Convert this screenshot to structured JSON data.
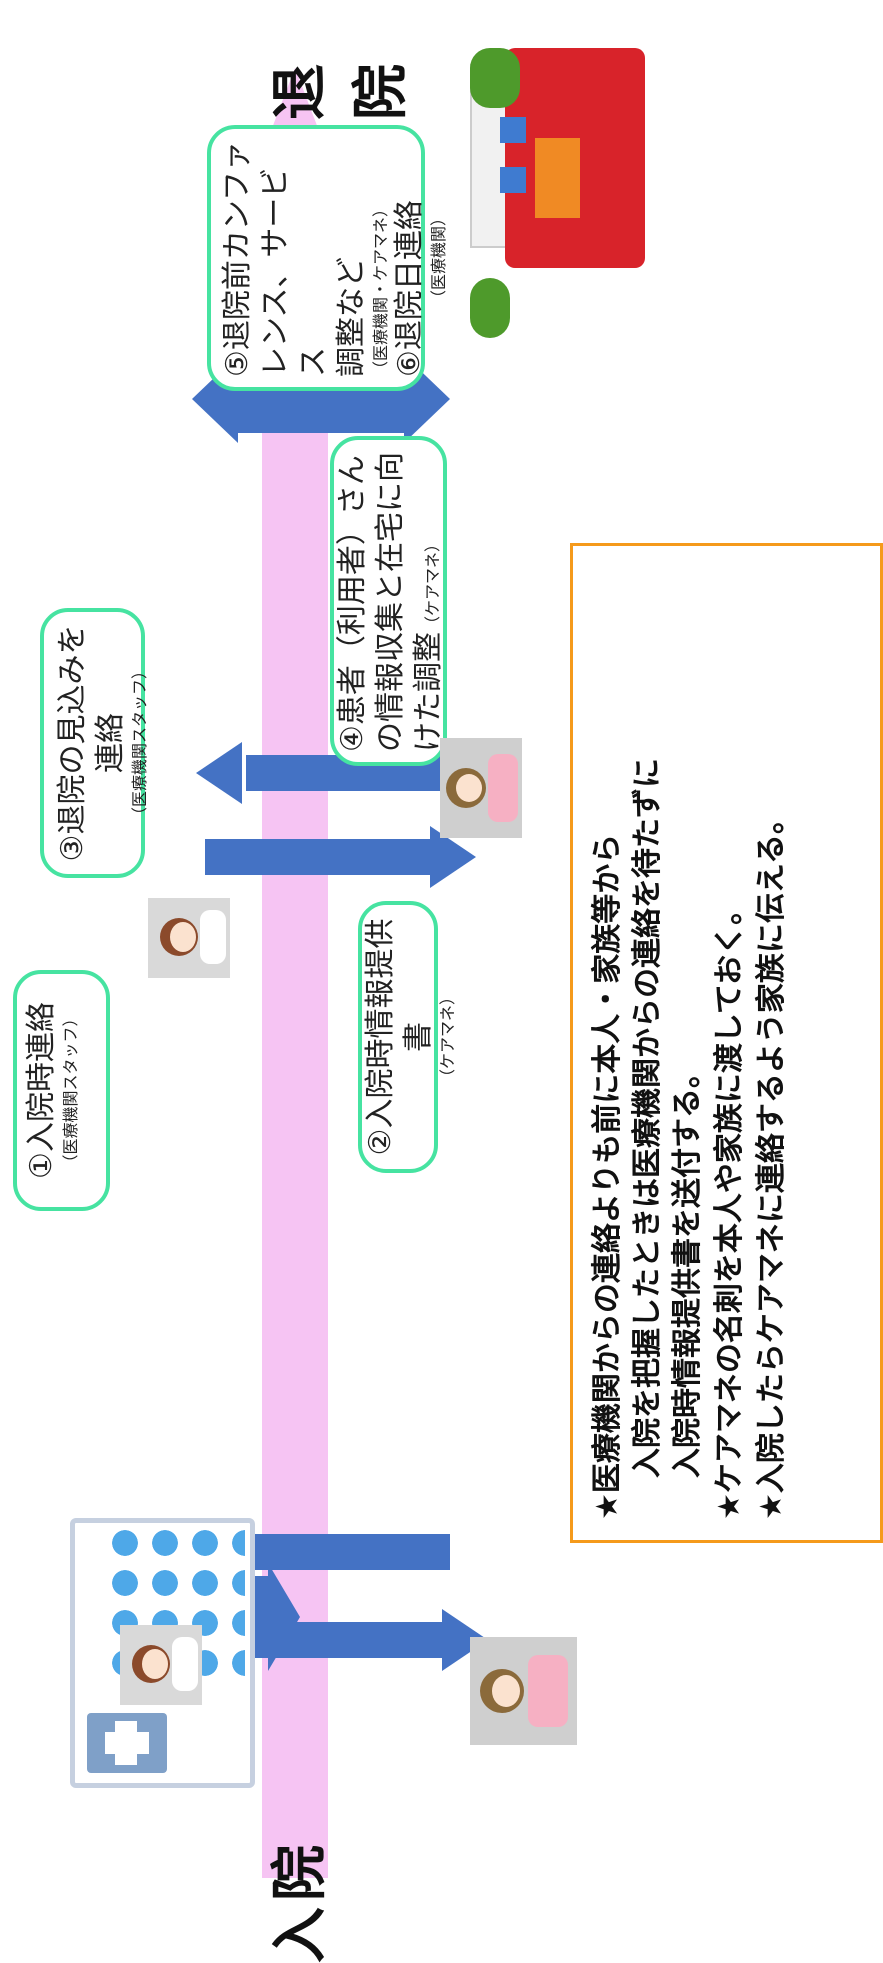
{
  "labels": {
    "nyuin": "入院",
    "taiin": "退院"
  },
  "bubbles": [
    {
      "main": "①入院時連絡",
      "sub": "（医療機関スタッフ）"
    },
    {
      "main": "②入院時情報提供書",
      "sub": "（ケアマネ）"
    },
    {
      "main": "③退院の見込みを連絡",
      "sub": "（医療機関スタッフ）"
    },
    {
      "line1": "④患者（利用者）さん",
      "line2": "の情報収集と在宅に向",
      "line3": "けた調整",
      "sub": "（ケアマネ）"
    },
    {
      "line1": "⑤退院前カンファ",
      "line2": "レンス、サービス",
      "line3": "調整など",
      "sub": "（医療機関・ケアマネ）",
      "line4": "⑥退院日連絡",
      "sub2": "（医療機関）"
    }
  ],
  "notes": [
    "★医療機関からの連絡よりも前に本人・家族等から",
    "入院を把握したときは医療機関からの連絡を待たずに",
    "入院時情報提供書を送付する。",
    "★ケアマネの名刺を本人や家族に渡しておく。",
    "★入院したらケアマネに連絡するよう家族に伝える。"
  ],
  "icons": [
    "hospital-icon",
    "house-icon",
    "nurse-icon",
    "care-manager-icon"
  ],
  "colors": {
    "band": "#f6c4f3",
    "arrow": "#4472c4",
    "bubble_border": "#46e3a1",
    "note_border": "#f59a1b"
  }
}
